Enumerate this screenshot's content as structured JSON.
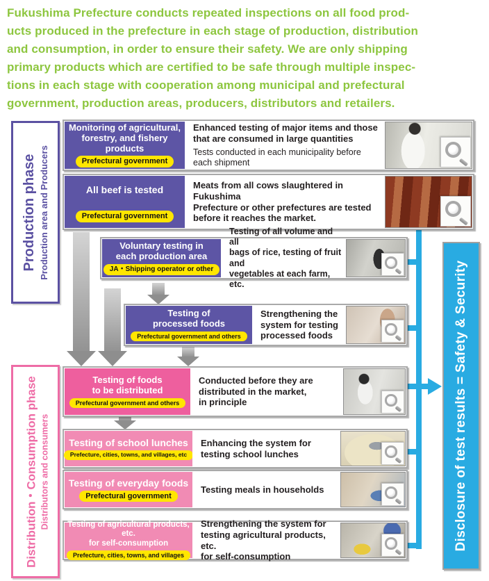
{
  "header": {
    "text": "Fukushima Prefecture conducts repeated inspections on all food prod-\nucts produced in the prefecture in each stage of production, distribution\nand consumption, in order to ensure their safety. We are only shipping\nprimary products which are certified to be safe through multiple inspec-\ntions in each stage with cooperation among municipal and prefectural\ngovernment, production areas, producers, distributors and retailers.",
    "color": "#8dc63f"
  },
  "sidebars": {
    "production": {
      "title": "Production phase",
      "subtitle": "Production area and Producers",
      "color": "#5b51a2"
    },
    "distribution": {
      "title": "Distribution・Consumption phase",
      "subtitle": "Distributors and consumers",
      "color": "#ee6ca6"
    }
  },
  "right_bar": {
    "label": "Disclosure of test results = Safety & Security",
    "color": "#29abe2"
  },
  "icons": {
    "magnifier": "magnifier-icon"
  },
  "colors": {
    "purple_box": "#5d55a5",
    "pink_bright_box": "#ee5f9e",
    "pink_box": "#f18bb4",
    "actor_pill": "#ffe600",
    "connector_cyan": "#29abe2",
    "arrow_gray": "#8e8e8e"
  },
  "rows": [
    {
      "title": "Monitoring of agricultural,\nforestry, and fishery\nproducts",
      "actor": "Prefectural government",
      "desc_bold": "Enhanced testing of major items and those\nthat are consumed in large quantities",
      "desc_regular": "Tests conducted in each municipality before\neach shipment",
      "photo": "lab-inspection"
    },
    {
      "title": "All beef is tested",
      "actor": "Prefectural government",
      "desc_bold": "Meats from all cows slaughtered in Fukushima\nPrefecture or other prefectures are tested\nbefore it reaches the market.",
      "desc_regular": "",
      "photo": "beef-carcass"
    },
    {
      "title": "Voluntary testing in\neach production area",
      "actor": "JA・Shipping operator or other",
      "desc_bold": "Testing of all volume and all\nbags of rice, testing of fruit and\nvegetables at each farm, etc.",
      "desc_regular": "",
      "photo": "production-area"
    },
    {
      "title": "Testing of\nprocessed foods",
      "actor": "Prefectural government and others",
      "desc_bold": "Strengthening the\nsystem for testing\nprocessed foods",
      "desc_regular": "",
      "photo": "processed-foods"
    },
    {
      "title": "Testing of foods\nto be distributed",
      "actor": "Prefectural government and others",
      "desc_bold": "Conducted before they are\ndistributed in the market,\nin principle",
      "desc_regular": "",
      "photo": "distribution-testing"
    },
    {
      "title": "Testing of school lunches",
      "actor": "Prefecture, cities, towns, and villages, etc",
      "desc_bold": "Enhancing the system for\ntesting school lunches",
      "desc_regular": "",
      "photo": "school-lunch"
    },
    {
      "title": "Testing of everyday foods",
      "actor": "Prefectural government",
      "desc_bold": "Testing meals in households",
      "desc_regular": "",
      "photo": "household-meals"
    },
    {
      "title": "Testing of agricultural products, etc.\nfor self-consumption",
      "actor": "Prefecture, cities, towns, and villages",
      "desc_bold": "Strengthening the system for\ntesting agricultural products, etc.\nfor self-consumption",
      "desc_regular": "",
      "photo": "self-consumption"
    }
  ]
}
